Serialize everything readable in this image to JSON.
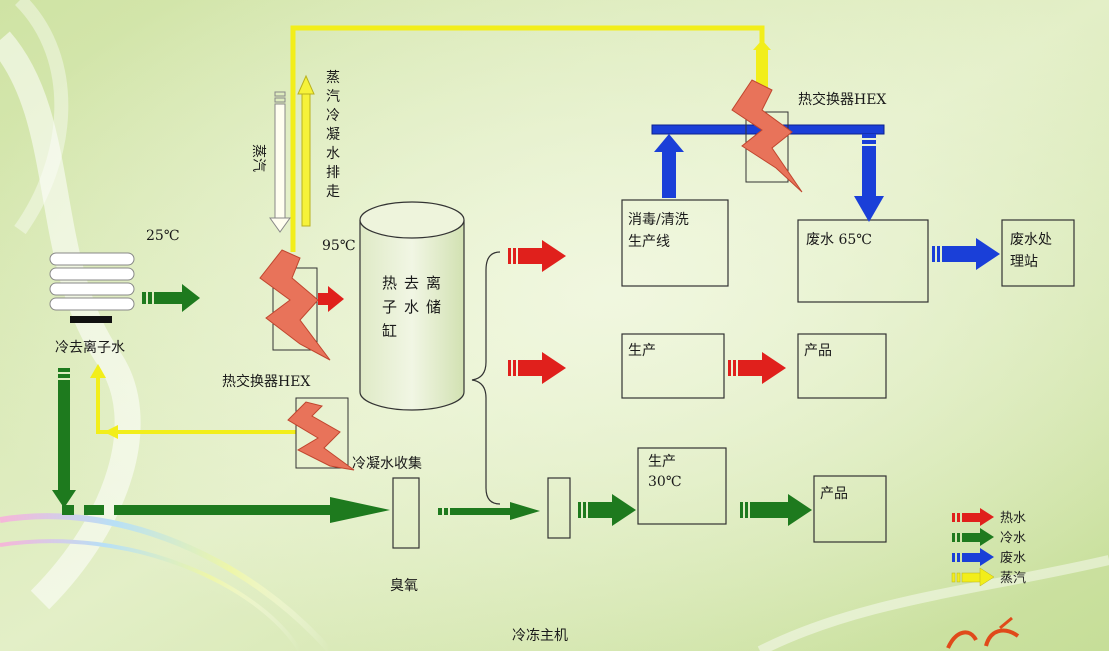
{
  "colors": {
    "hot_water": "#e0201c",
    "cold_water": "#1e7a1e",
    "waste_water": "#1a3fd8",
    "steam": "#f2ee1a",
    "hex": "#e8735a"
  },
  "labels": {
    "deionized_water": "冷去离子水",
    "temp_25": "25℃",
    "steam": "蒸汽",
    "steam_condensate_chars": [
      "蒸",
      "汽",
      "冷",
      "凝",
      "水",
      "排",
      "走"
    ],
    "temp_95": "95℃",
    "tank_chars": [
      [
        "热",
        "去",
        "离"
      ],
      [
        "子",
        "水",
        "储"
      ],
      [
        "缸"
      ]
    ],
    "hex_upper": "热交换器HEX",
    "hex_top": "热交换器HEX",
    "condensate_collect": "冷凝水收集",
    "ozone": "臭氧",
    "chiller": "冷冻主机",
    "disinfect_line": [
      "消毒/清洗",
      "生产线"
    ],
    "waste_65": "废水 65℃",
    "waste_station": [
      "废水处",
      "理站"
    ],
    "production_1": "生产",
    "product_1": "产品",
    "production_2": [
      "生产",
      "30℃"
    ],
    "product_2": "产品"
  },
  "legend": [
    {
      "label": "热水",
      "color_key": "hot_water"
    },
    {
      "label": "冷水",
      "color_key": "cold_water"
    },
    {
      "label": "废水",
      "color_key": "waste_water"
    },
    {
      "label": "蒸汽",
      "color_key": "steam"
    }
  ]
}
